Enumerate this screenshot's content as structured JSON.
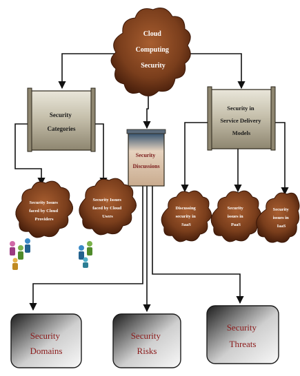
{
  "colors": {
    "cloud_fill": "#8a4a26",
    "cloud_dark": "#4a1f0a",
    "cloud_text": "#ffffff",
    "box_fill": "#c8c3b1",
    "box_border": "#2a2418",
    "bottom_fill_dark": "#1d1d1d",
    "bottom_fill_light": "#f4f4f4",
    "bottom_text": "#8b1a1a",
    "connector": "#111111",
    "discussion_fill": "#d9c0a8",
    "discussion_text": "#7a1a1a"
  },
  "root": {
    "lines": [
      "Cloud",
      "Computing",
      "Security"
    ]
  },
  "left_category": {
    "lines": [
      "Security",
      "Categories"
    ]
  },
  "right_category": {
    "lines": [
      "Security in",
      "Service Delivery",
      "Models"
    ]
  },
  "center_category": {
    "lines": [
      "Security",
      "Discussions"
    ]
  },
  "left_clouds": [
    {
      "lines": [
        "Security Issues",
        "faced by Cloud",
        "Providers"
      ],
      "icon": "people-icon"
    },
    {
      "lines": [
        "Security Issues",
        "faced by Cloud",
        "Users"
      ],
      "icon": "people-icon"
    }
  ],
  "right_clouds": [
    {
      "lines": [
        "Discussing",
        "security in",
        "SaaS"
      ]
    },
    {
      "lines": [
        "Security",
        "issues in",
        "PaaS"
      ]
    },
    {
      "lines": [
        "Security",
        "issues in",
        "IaaS"
      ]
    }
  ],
  "bottom_boxes": [
    {
      "lines": [
        "Security",
        "Domains"
      ]
    },
    {
      "lines": [
        "Security",
        "Risks"
      ]
    },
    {
      "lines": [
        "Security",
        "Threats"
      ]
    }
  ]
}
